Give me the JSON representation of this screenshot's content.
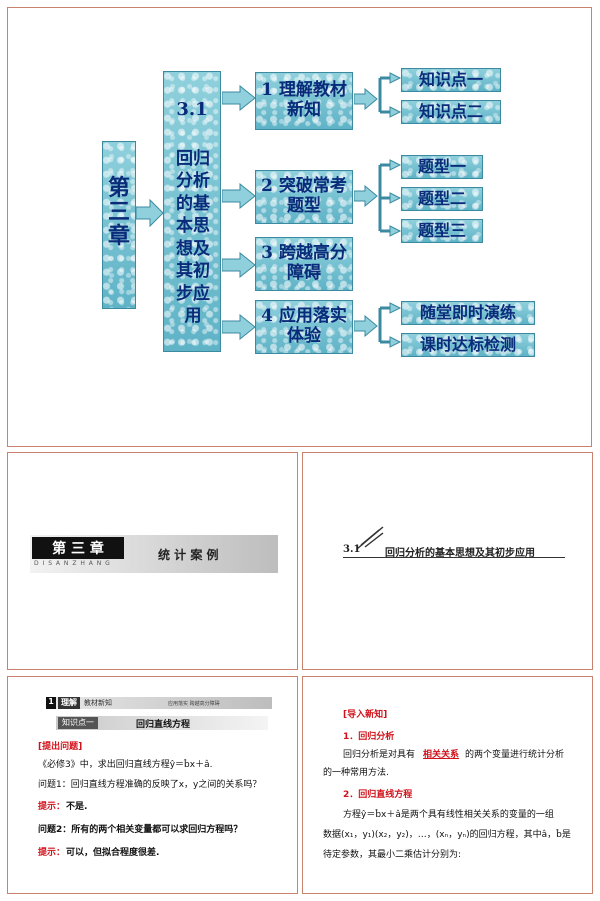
{
  "slide1": {
    "chapter": "第三章",
    "section_num": "3.1",
    "section_title": "回归分析的基本思想及其初步应用",
    "branches": [
      {
        "label": "1 理解教材新知",
        "subs": [
          "知识点一",
          "知识点二"
        ]
      },
      {
        "label": "2 突破常考题型",
        "subs": [
          "题型一",
          "题型二",
          "题型三"
        ]
      },
      {
        "label": "3 跨越高分障碍",
        "subs": []
      },
      {
        "label": "4 应用落实体验",
        "subs": [
          "随堂即时演练",
          "课时达标检测"
        ]
      }
    ]
  },
  "slide2": {
    "chapter_label": "第 三 章",
    "pinyin": "D I S A N Z H A N G",
    "title": "统 计 案 例"
  },
  "slide3": {
    "section": "3.1",
    "title": "回归分析的基本思想及其初步应用"
  },
  "slide4": {
    "badge_num": "1",
    "badge_text": "理解",
    "badge_sub": "教材新知",
    "header_tabs": "应用落实   跨越高分障碍",
    "knowledge_point": "知识点一",
    "topic": "回归直线方程",
    "ask_label": "[提出问题]",
    "intro": "《必修3》中，求出回归直线方程ŷ＝b̂x＋â.",
    "q1": "问题1：回归直线方程准确的反映了x，y之间的关系吗？",
    "a1_label": "提示：",
    "a1": "不是.",
    "q2": "问题2：所有的两个相关变量都可以求回归方程吗？",
    "a2_label": "提示：",
    "a2": "可以，但拟合程度很差."
  },
  "slide5": {
    "import_label": "[导入新知]",
    "h1": "1．回归分析",
    "p1_pre": "回归分析是对具有",
    "p1_key": "相关关系",
    "p1_post": "的两个变量进行统计分析",
    "p1_line2": "的一种常用方法.",
    "h2": "2．回归直线方程",
    "p2_line1": "方程ŷ＝b̂x＋â是两个具有线性相关关系的变量的一组",
    "p2_line2": "数据(x₁，y₁)(x₂，y₂)，…，(xₙ，yₙ)的回归方程，其中â，b̂是",
    "p2_line3": "待定参数，其最小二乘估计分别为:"
  },
  "colors": {
    "text_blue": "#0a2a7a",
    "accent_red": "#d0121b",
    "border": "#c9826d"
  }
}
